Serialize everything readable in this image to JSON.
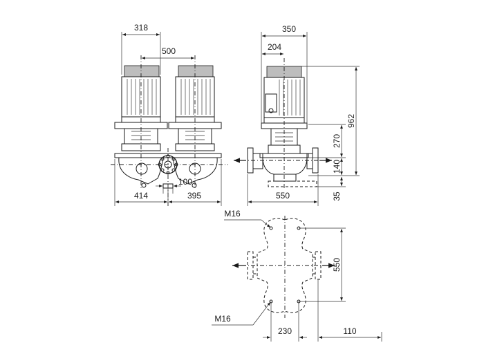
{
  "drawing": {
    "dims": {
      "d318": "318",
      "d500": "500",
      "d350": "350",
      "d204": "204",
      "d962": "962",
      "d270": "270",
      "d140": "140",
      "d35": "35",
      "d414": "414",
      "d395": "395",
      "d100": "100",
      "d550_front": "550",
      "d550_plan": "550",
      "d230": "230",
      "d110": "110"
    },
    "labels": {
      "bolt_top": "M16",
      "bolt_bottom": "M16"
    },
    "colors": {
      "line": "#1a1a1a",
      "motor_fill": "#bdbdbd"
    }
  }
}
